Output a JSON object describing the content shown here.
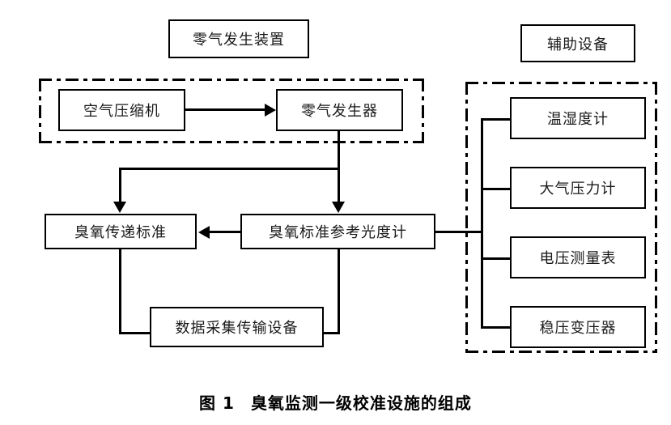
{
  "figure": {
    "caption_label": "图 1",
    "caption_title": "臭氧监测一级校准设施的组成"
  },
  "groups": {
    "zero_air": {
      "title": "零气发生装置",
      "boxes": [
        {
          "label": "空气压缩机"
        },
        {
          "label": "零气发生器"
        }
      ]
    },
    "auxiliary": {
      "title": "辅助设备",
      "boxes": [
        {
          "label": "温湿度计"
        },
        {
          "label": "大气压力计"
        },
        {
          "label": "电压测量表"
        },
        {
          "label": "稳压变压器"
        }
      ]
    }
  },
  "core": {
    "transfer_standard": "臭氧传递标准",
    "reference_photometer": "臭氧标准参考光度计",
    "data_acquisition": "数据采集传输设备"
  },
  "colors": {
    "line": "#000000",
    "box_border": "#000000",
    "background": "#ffffff",
    "text": "#1a1a1a"
  }
}
